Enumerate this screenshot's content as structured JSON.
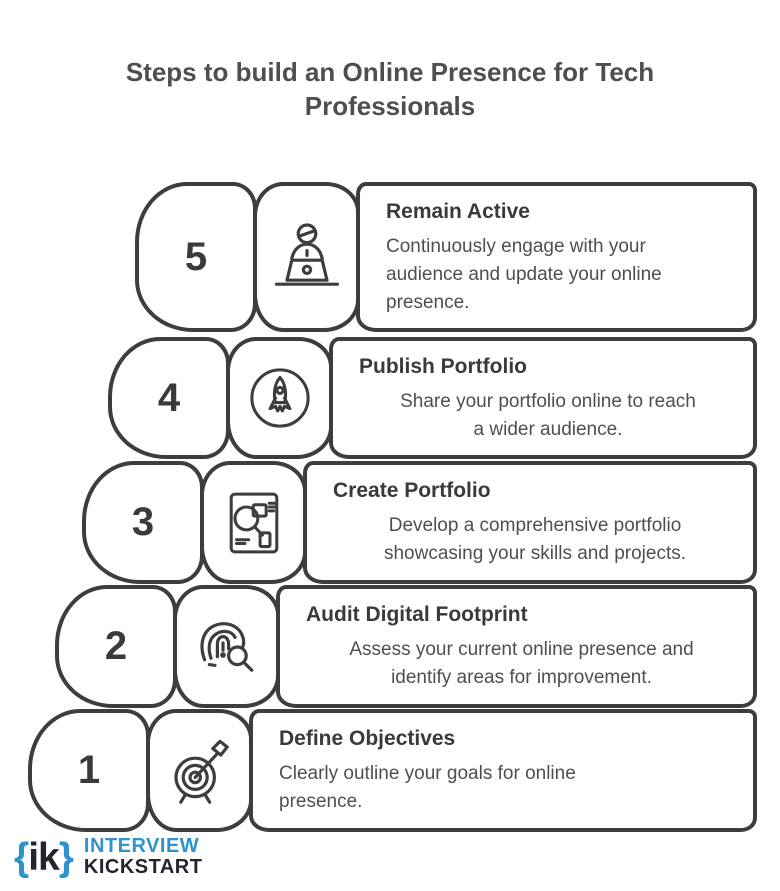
{
  "title": "Steps to build an Online Presence for Tech Professionals",
  "steps": [
    {
      "number": "5",
      "icon": "person-at-laptop-icon",
      "title": "Remain Active",
      "description": "Continuously engage with your audience and update your online presence."
    },
    {
      "number": "4",
      "icon": "rocket-icon",
      "title": "Publish Portfolio",
      "description": "Share your portfolio online to reach a wider audience."
    },
    {
      "number": "3",
      "icon": "portfolio-document-icon",
      "title": "Create Portfolio",
      "description": "Develop a comprehensive portfolio showcasing your skills and projects."
    },
    {
      "number": "2",
      "icon": "fingerprint-magnifier-icon",
      "title": "Audit Digital Footprint",
      "description": "Assess your current online presence and identify areas for improvement."
    },
    {
      "number": "1",
      "icon": "target-dart-icon",
      "title": "Define Objectives",
      "description": "Clearly outline your goals for online presence."
    }
  ],
  "logo": {
    "brace_left": "{",
    "mark": "ik",
    "brace_right": "}",
    "line1": "INTERVIEW",
    "line2": "KICKSTART"
  },
  "colors": {
    "background": "#ffffff",
    "stroke": "#3d3d3d",
    "heading_text": "#4e4e4e",
    "step_title_text": "#3a3a3a",
    "step_number_text": "#3a3a3a",
    "description_text": "#4f4f4f",
    "logo_blue": "#2e93cc",
    "logo_dark": "#23242e"
  }
}
